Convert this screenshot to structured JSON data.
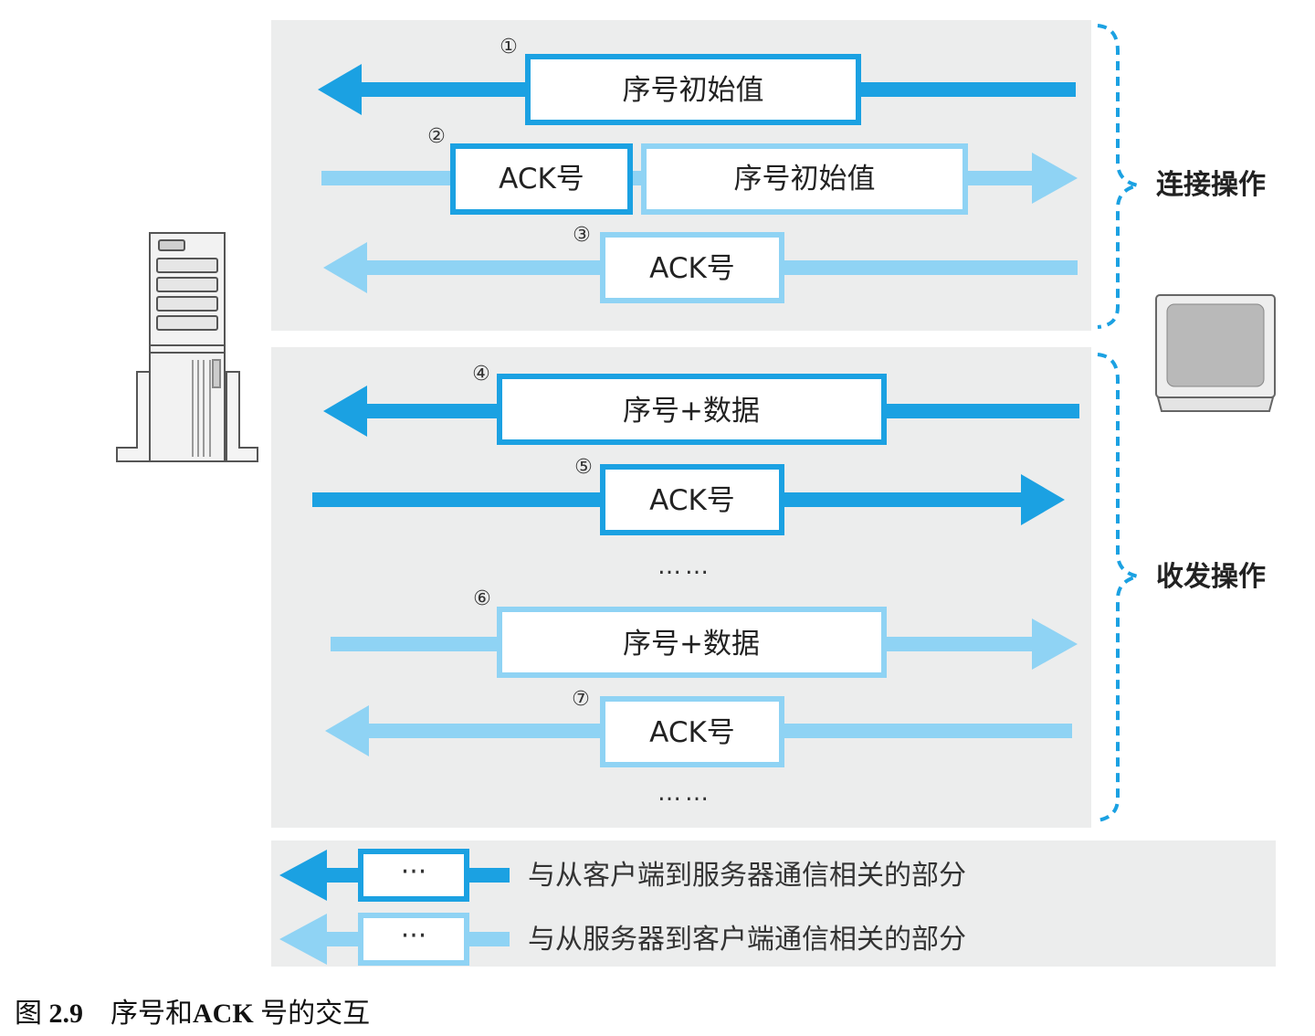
{
  "colors": {
    "dark_blue": "#1ba1e2",
    "light_blue": "#8fd3f4",
    "panel": "#eceded"
  },
  "icons": {
    "server": "server-tower-icon",
    "client": "client-monitor-icon"
  },
  "steps": [
    {
      "num": "①",
      "direction": "left",
      "tone": "dark",
      "boxes": [
        "序号初始值"
      ]
    },
    {
      "num": "②",
      "direction": "right",
      "tone": "light",
      "boxes": [
        "ACK号",
        "序号初始值"
      ]
    },
    {
      "num": "③",
      "direction": "left",
      "tone": "light",
      "boxes": [
        "ACK号"
      ]
    },
    {
      "num": "④",
      "direction": "left",
      "tone": "dark",
      "boxes": [
        "序号+数据"
      ]
    },
    {
      "num": "⑤",
      "direction": "right",
      "tone": "dark",
      "boxes": [
        "ACK号"
      ]
    },
    {
      "num": "⑥",
      "direction": "right",
      "tone": "light",
      "boxes": [
        "序号+数据"
      ]
    },
    {
      "num": "⑦",
      "direction": "left",
      "tone": "light",
      "boxes": [
        "ACK号"
      ]
    }
  ],
  "ellipsis": "……",
  "brackets": {
    "connect": "连接操作",
    "transfer": "收发操作"
  },
  "legend": [
    {
      "box": "···",
      "text": "与从客户端到服务器通信相关的部分"
    },
    {
      "box": "···",
      "text": "与从服务器到客户端通信相关的部分"
    }
  ],
  "caption": {
    "prefix": "图 ",
    "number": "2.9",
    "title_a": "　序号和",
    "title_b": "ACK",
    "title_c": " 号的交互"
  }
}
